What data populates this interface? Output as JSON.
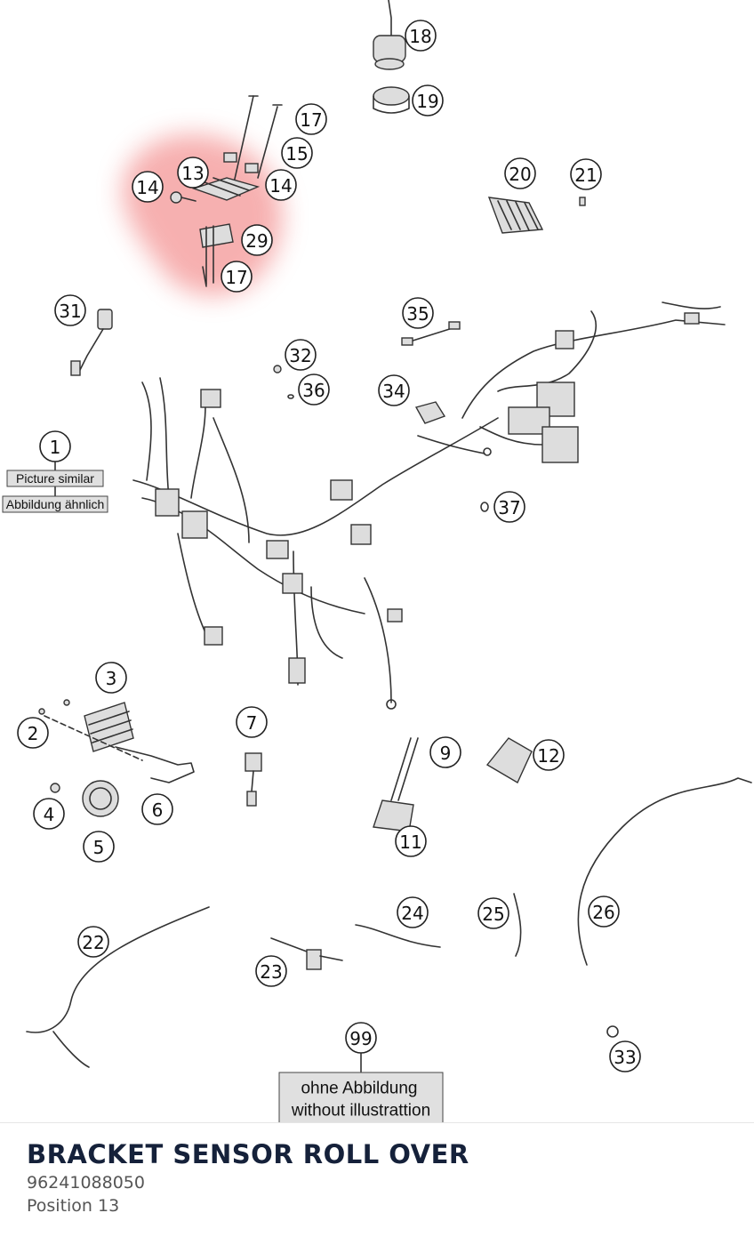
{
  "diagram": {
    "highlight_color": "#f07070",
    "callouts": [
      "18",
      "19",
      "17",
      "15",
      "13",
      "14",
      "14",
      "29",
      "17",
      "20",
      "21",
      "31",
      "35",
      "32",
      "36",
      "34",
      "1",
      "37",
      "3",
      "7",
      "2",
      "9",
      "12",
      "6",
      "4",
      "11",
      "5",
      "22",
      "24",
      "25",
      "26",
      "23",
      "99",
      "33"
    ],
    "labels": {
      "picture_similar": "Picture similar",
      "abbildung_aehnlich": "Abbildung ähnlich",
      "ohne_abbildung": "ohne Abbildung",
      "without_illustration": "without illustrattion"
    }
  },
  "part": {
    "name": "BRACKET SENSOR ROLL OVER",
    "number": "96241088050",
    "position": "Position 13"
  }
}
